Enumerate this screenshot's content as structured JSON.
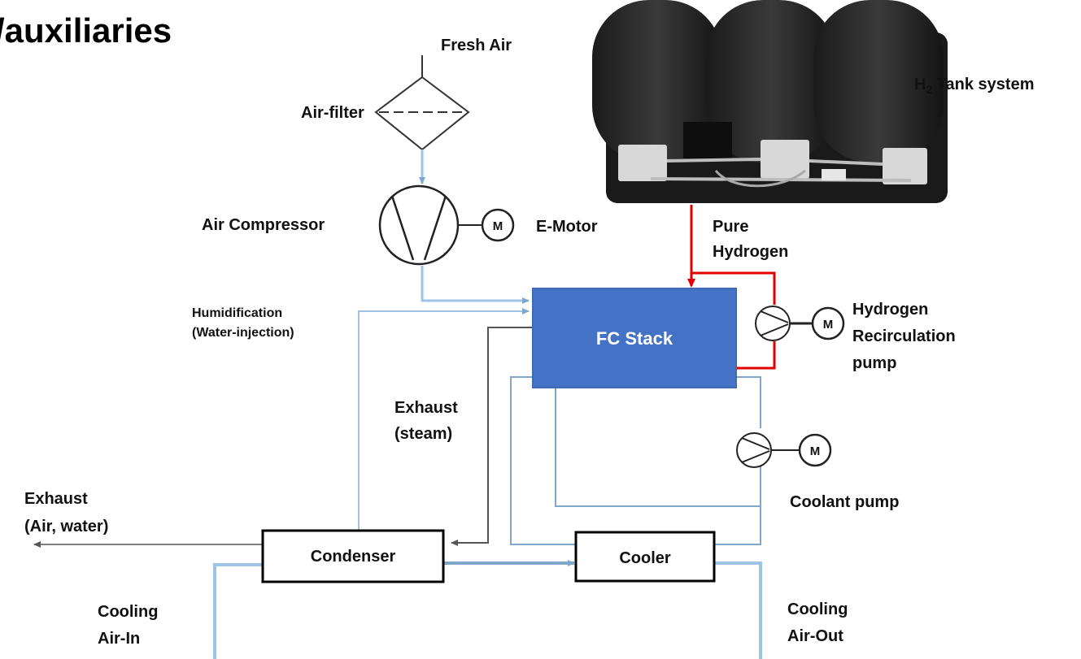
{
  "title": "/auxiliaries",
  "labels": {
    "fresh_air": "Fresh Air",
    "air_filter": "Air-filter",
    "air_compressor": "Air Compressor",
    "e_motor": "E-Motor",
    "h2_prefix": "H",
    "h2_sub": "2",
    "h2_suffix": " Tank system",
    "pure": "Pure",
    "hydrogen": "Hydrogen",
    "humidification": "Humidification",
    "water_injection": "(Water-injection)",
    "fc_stack": "FC Stack",
    "hydrogen_recirc_1": "Hydrogen",
    "hydrogen_recirc_2": "Recirculation",
    "hydrogen_recirc_3": "pump",
    "exhaust_steam_1": "Exhaust",
    "exhaust_steam_2": "(steam)",
    "coolant_pump": "Coolant pump",
    "exhaust_air_1": "Exhaust",
    "exhaust_air_2": "(Air,  water)",
    "condenser": "Condenser",
    "cooler": "Cooler",
    "cooling_in_1": "Cooling",
    "cooling_in_2": "Air-In",
    "cooling_out_1": "Cooling",
    "cooling_out_2": "Air-Out",
    "motor_symbol": "M"
  },
  "colors": {
    "air_line": "#9dc3e6",
    "coolant_line": "#7fa7cc",
    "hydrogen_line": "#e00000",
    "exhaust_line": "#555555",
    "stack_fill": "#4472c4"
  }
}
